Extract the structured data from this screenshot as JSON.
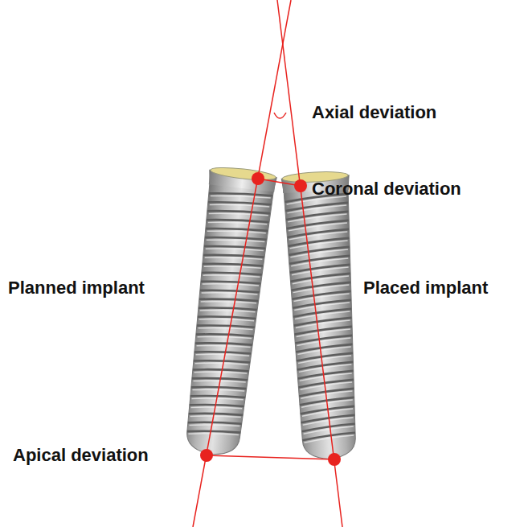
{
  "diagram": {
    "labels": [
      "Axial deviation",
      "Coronal deviation",
      "Planned implant",
      "Placed implant",
      "Apical deviation"
    ]
  }
}
